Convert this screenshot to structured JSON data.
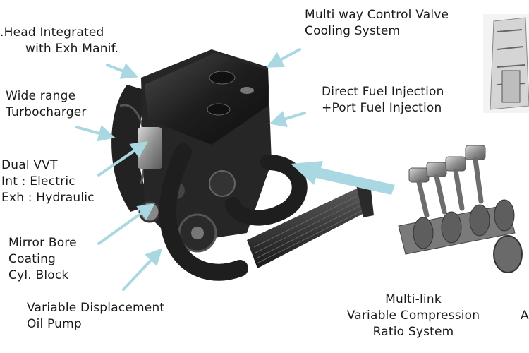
{
  "labels": {
    "head": {
      "lines": [
        ".Head Integrated",
        "with Exh Manif."
      ]
    },
    "turbo": {
      "lines": [
        "Wide range",
        "Turbocharger"
      ]
    },
    "vvt": {
      "lines": [
        "Dual VVT",
        "Int : Electric",
        "Exh : Hydraulic"
      ]
    },
    "bore": {
      "lines": [
        "Mirror Bore",
        "Coating",
        "Cyl. Block"
      ]
    },
    "pump": {
      "lines": [
        "Variable Displacement",
        "Oil Pump"
      ]
    },
    "valve": {
      "lines": [
        "Multi way Control Valve",
        "Cooling System"
      ]
    },
    "injection": {
      "lines": [
        "Direct Fuel Injection",
        "+Port Fuel Injection"
      ]
    },
    "multilink": {
      "lines": [
        "Multi-link",
        "Variable Compression",
        "Ratio System"
      ]
    },
    "partial_right": {
      "lines": [
        "A"
      ]
    }
  },
  "colors": {
    "arrow": "#a9d8e2",
    "engine_dark": "#1c1c1c",
    "engine_mid": "#3a3a3a",
    "metal": "#9a9a9a",
    "text": "#1a1a1a"
  }
}
